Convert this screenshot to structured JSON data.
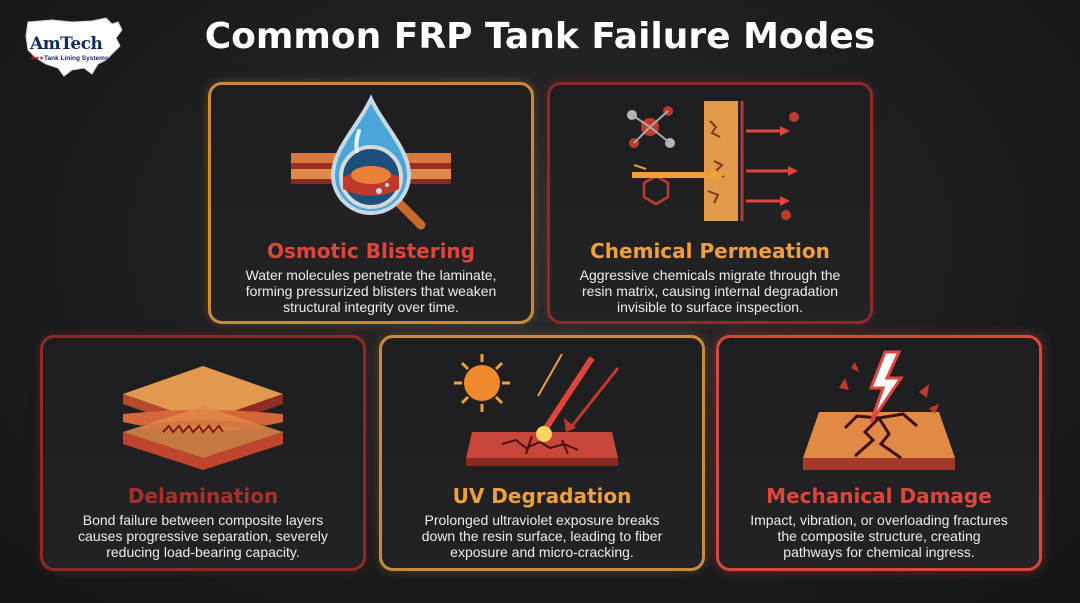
{
  "logo": {
    "name": "AmTech",
    "subtitle": "Tank Lining Systems"
  },
  "title": "Common FRP Tank Failure Modes",
  "cards": [
    {
      "title": "Osmotic Blistering",
      "title_color": "#e0453d",
      "icon": "water-drop-magnifier-icon",
      "lines": [
        "Water molecules penetrate the laminate,",
        "forming pressurized blisters that weaken",
        "structural integrity over time."
      ]
    },
    {
      "title": "Chemical Permeation",
      "title_color": "#f0a03a",
      "icon": "molecule-permeation-icon",
      "lines": [
        "Aggressive chemicals migrate through the",
        "resin matrix, causing internal degradation",
        "invisible to surface inspection."
      ]
    },
    {
      "title": "Delamination",
      "title_color": "#a8302c",
      "icon": "separated-layers-icon",
      "lines": [
        "Bond failure between composite layers",
        "causes progressive separation, severely",
        "reducing load-bearing capacity."
      ]
    },
    {
      "title": "UV Degradation",
      "title_color": "#f0a03a",
      "icon": "sun-cracked-surface-icon",
      "lines": [
        "Prolonged ultraviolet exposure breaks",
        "down the resin surface, leading to fiber",
        "exposure and micro-cracking."
      ]
    },
    {
      "title": "Mechanical Damage",
      "title_color": "#e0453d",
      "icon": "lightning-fracture-icon",
      "lines": [
        "Impact, vibration, or overloading fractures",
        "the composite structure, creating",
        "pathways for chemical ingress."
      ]
    }
  ]
}
